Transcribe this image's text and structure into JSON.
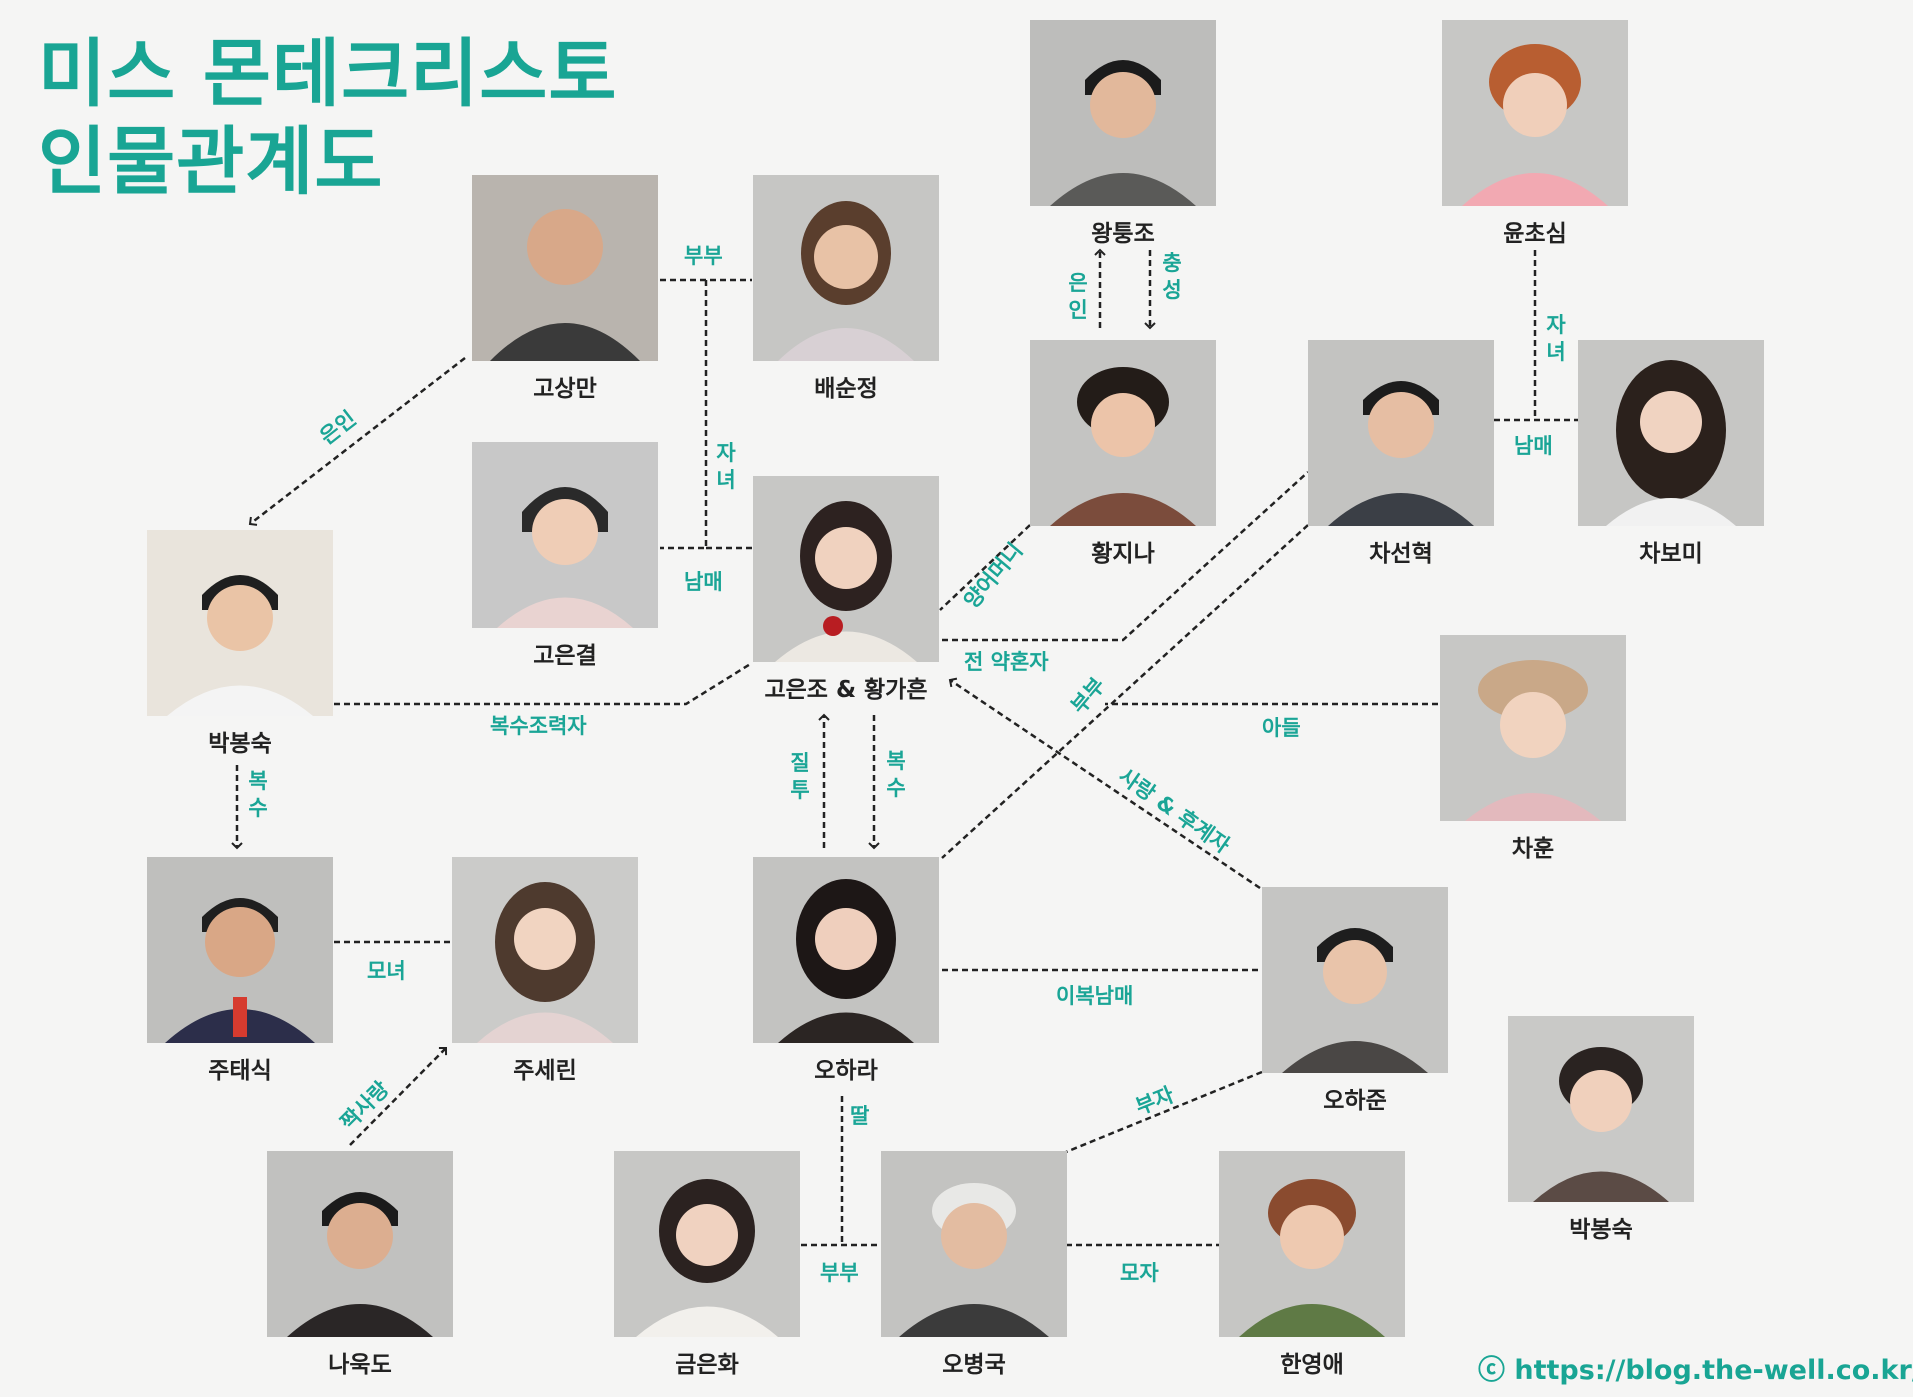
{
  "title": {
    "line1": "미스 몬테크리스토",
    "line2": "인물관계도"
  },
  "credit": "ⓒ https://blog.the-well.co.kr/",
  "characters": {
    "go_sangman": "고상만",
    "bae_sunjeong": "배순정",
    "go_eungyeol": "고은결",
    "go_eunjo": "고은조 & 황가흔",
    "park_bongsuk_left": "박봉숙",
    "wang_deungjo": "왕퉁조",
    "hwang_jina": "황지나",
    "yun_chosim": "윤초심",
    "cha_seonhyeok": "차선혁",
    "cha_bomi": "차보미",
    "cha_hun": "차훈",
    "ju_taesik": "주태식",
    "ju_serin": "주세린",
    "o_hara": "오하라",
    "o_hajun": "오하준",
    "park_bongsuk_right": "박봉숙",
    "na_ukdo": "나욱도",
    "geum_eunhwa": "금은화",
    "o_byeongguk": "오병국",
    "han_yeongae": "한영애"
  },
  "relations": {
    "bubu_top": "부부",
    "jayeo_go": "자녀",
    "nammae_go": "남매",
    "eunin_go": "은인",
    "eunin_wang": "은인",
    "chungseong": "충성",
    "jayeo_yun": "자녀",
    "nammae_cha": "남매",
    "yangeomeoni": "양어머니",
    "jeon_yakhonja": "전 약혼자",
    "boksu_joryeokja": "복수조력자",
    "bubu_cha": "부부",
    "adeul": "아들",
    "sarang_hugyeja": "사랑 & 후계자",
    "jiltu": "질투",
    "boksu_hara": "복수",
    "boksu_park": "복수",
    "monyeo": "모녀",
    "ibok_nammae": "이복남매",
    "jjaksarang": "짝사랑",
    "buja": "부자",
    "ttal": "딸",
    "bubu_bottom": "부부",
    "moja": "모자"
  },
  "colors": {
    "accent": "#19a594",
    "line": "#222222",
    "background": "#f5f5f4"
  }
}
